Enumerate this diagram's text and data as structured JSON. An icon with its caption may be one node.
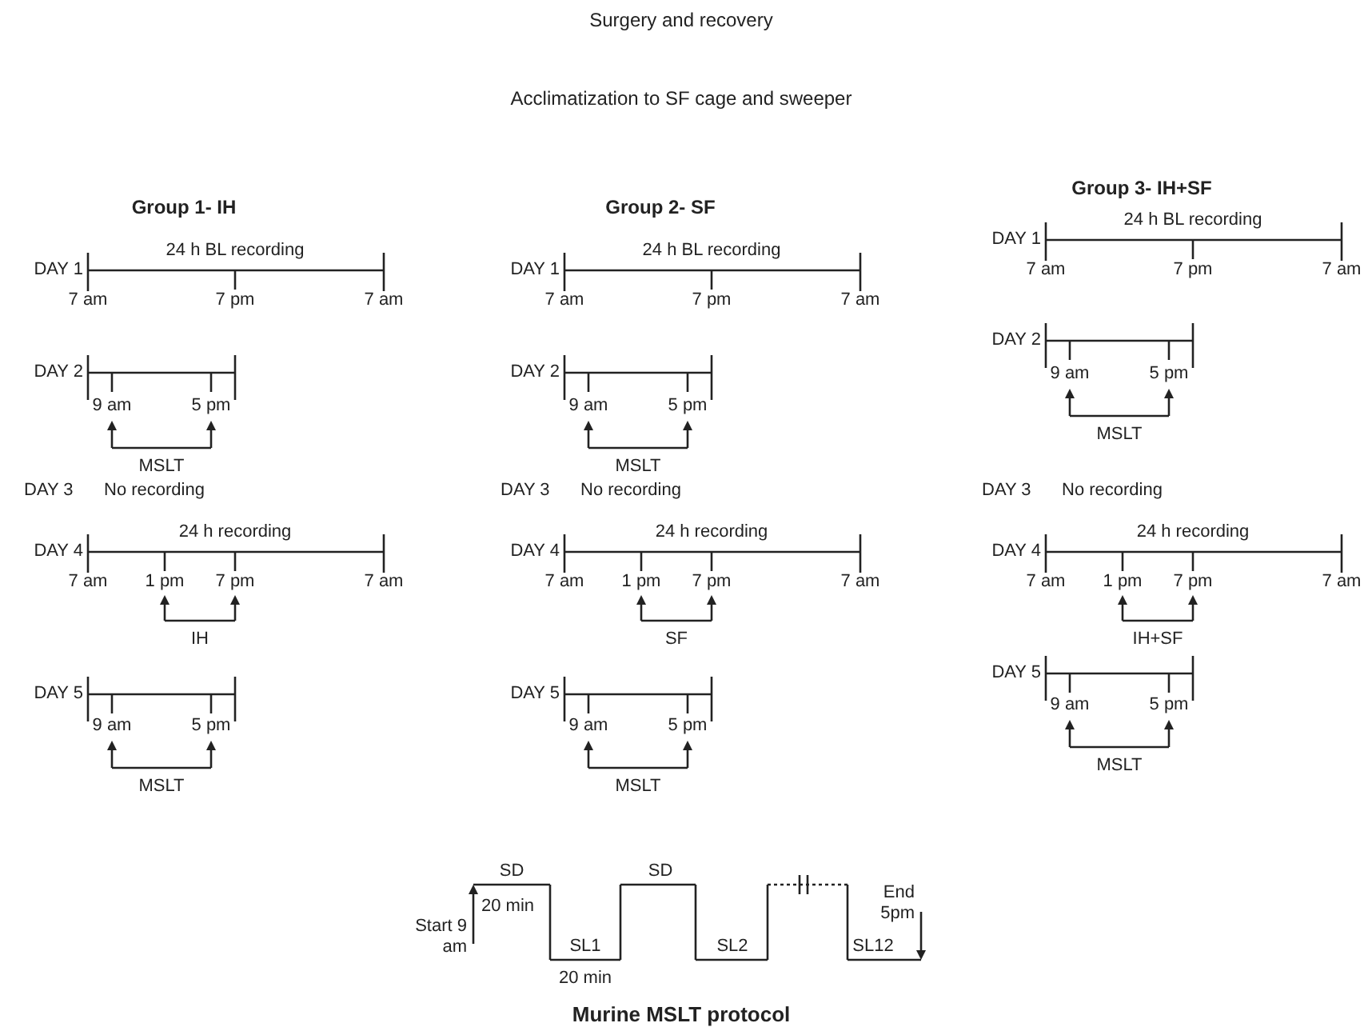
{
  "diagram": {
    "caption": "Murine MSLT protocol",
    "labels": [
      "Surgery and recovery",
      "Acclimatization to SF cage and sweeper",
      "Group 1- IH",
      "DAY 1",
      "24 h BL recording",
      "7 am",
      "7 pm",
      "7 am",
      "DAY 2",
      "9 am",
      "5 pm",
      "MSLT",
      "DAY 3",
      "No recording",
      "DAY 4",
      "24 h recording",
      "7 am",
      "1 pm",
      "7 pm",
      "7 am",
      "IH",
      "DAY 5",
      "9 am",
      "5 pm",
      "MSLT",
      "Group 2- SF",
      "DAY 1",
      "24 h BL recording",
      "7 am",
      "7 pm",
      "7 am",
      "DAY 2",
      "9 am",
      "5 pm",
      "MSLT",
      "DAY 3",
      "No recording",
      "DAY 4",
      "24 h recording",
      "7 am",
      "1 pm",
      "7 pm",
      "7 am",
      "SF",
      "DAY 5",
      "9 am",
      "5 pm",
      "MSLT",
      "Group 3- IH+SF",
      "DAY 1",
      "24 h BL recording",
      "7 am",
      "7 pm",
      "7 am",
      "DAY 2",
      "9 am",
      "5 pm",
      "MSLT",
      "DAY 3",
      "No recording",
      "DAY 4",
      "24 h recording",
      "7 am",
      "1 pm",
      "7 pm",
      "7 am",
      "IH+SF",
      "DAY 5",
      "9 am",
      "5 pm",
      "MSLT",
      "SD",
      "SD",
      "20 min",
      "Start 9 am",
      "SL1",
      "20 min",
      "SL2",
      "SL12",
      "End 5pm"
    ]
  }
}
